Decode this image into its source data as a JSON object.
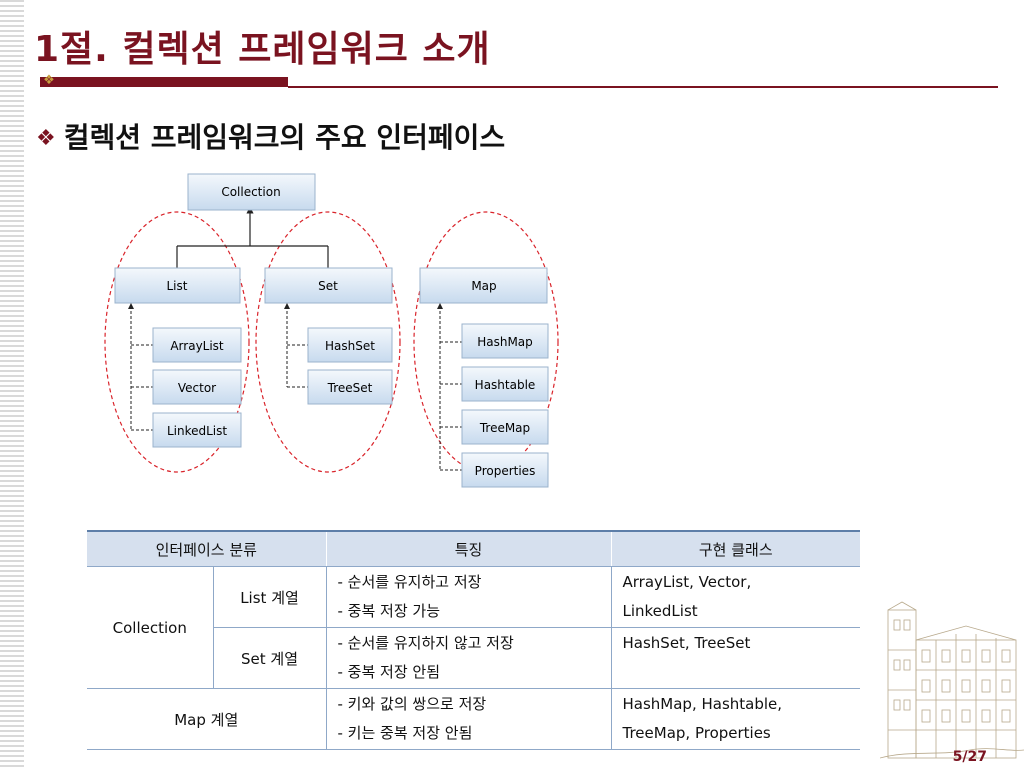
{
  "title": "1절. 컬렉션 프레임워크 소개",
  "heading": "컬렉션 프레임워크의 주요 인터페이스",
  "bullet_glyph": "❖",
  "diagram": {
    "root": "Collection",
    "list": "List",
    "set": "Set",
    "map": "Map",
    "list_children": [
      "ArrayList",
      "Vector",
      "LinkedList"
    ],
    "set_children": [
      "HashSet",
      "TreeSet"
    ],
    "map_children": [
      "HashMap",
      "Hashtable",
      "TreeMap",
      "Properties"
    ]
  },
  "table": {
    "headers": [
      "인터페이스 분류",
      "특징",
      "구현 클래스"
    ],
    "collection_label": "Collection",
    "rows": [
      {
        "group": "List 계열",
        "features": [
          "- 순서를 유지하고 저장",
          "- 중복 저장 가능"
        ],
        "classes": [
          "ArrayList, Vector,",
          "LinkedList"
        ]
      },
      {
        "group": "Set 계열",
        "features": [
          "- 순서를 유지하지 않고 저장",
          "- 중복 저장 안됨"
        ],
        "classes": [
          "HashSet, TreeSet",
          ""
        ]
      },
      {
        "group": "Map 계열",
        "features": [
          "- 키와 값의 쌍으로 저장",
          "- 키는 중복 저장 안됨"
        ],
        "classes": [
          "HashMap, Hashtable,",
          "TreeMap, Properties"
        ]
      }
    ]
  },
  "page_number": "5/27",
  "colors": {
    "accent": "#7a1320",
    "header_bg": "#d6e0ee",
    "box_fill": "#d8e6f3",
    "dashed_oval": "#d9232a"
  }
}
